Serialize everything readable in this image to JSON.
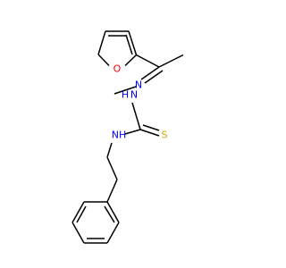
{
  "colors": {
    "bond": "#000000",
    "oxygen": "#ff0000",
    "nitrogen": "#0000ff",
    "sulfur": "#ccaa00",
    "hydrogen": "#000000",
    "background": "#ffffff"
  },
  "atoms": {
    "furan_oxygen": "O",
    "imine_nitrogen": "N",
    "hydrazine_nh": "NH",
    "hydrazine_h": "H",
    "thioamide_nh": "NH",
    "thioamide_h": "H",
    "sulfur": "S"
  }
}
